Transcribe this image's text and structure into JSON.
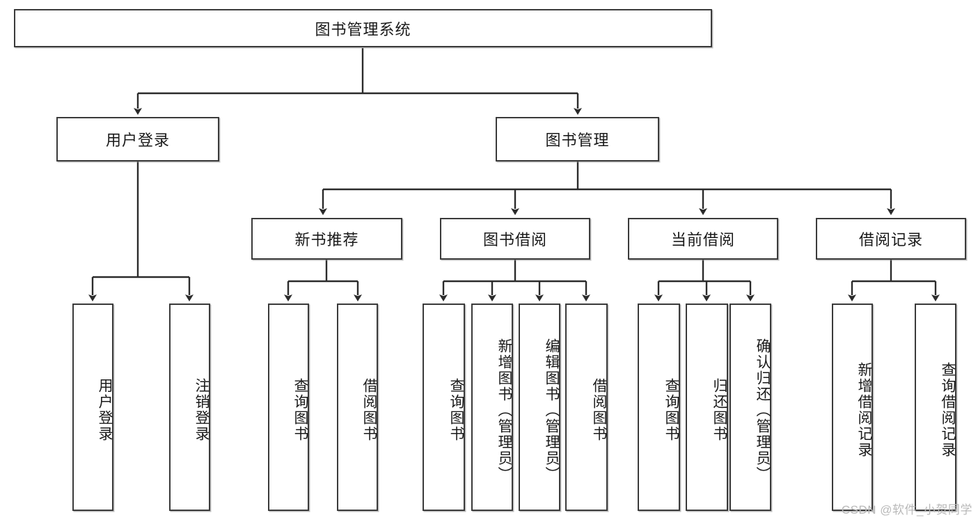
{
  "diagram": {
    "title": "图书管理系统",
    "type": "tree-hierarchy-diagram",
    "colors": {
      "box_border": "#3a3a3a",
      "box_fill": "#ffffff",
      "edge": "#2b2b2b",
      "text": "#1a1a1a",
      "watermark": "#b9b9b9",
      "background": "#ffffff"
    },
    "root": {
      "label": "图书管理系统"
    },
    "level2": [
      {
        "label": "用户登录"
      },
      {
        "label": "图书管理"
      }
    ],
    "level3": [
      {
        "label": "新书推荐"
      },
      {
        "label": "图书借阅"
      },
      {
        "label": "当前借阅"
      },
      {
        "label": "借阅记录"
      }
    ],
    "leaves": [
      {
        "label": "用户登录",
        "parent": "用户登录"
      },
      {
        "label": "注销登录",
        "parent": "用户登录"
      },
      {
        "label": "查询图书",
        "parent": "新书推荐"
      },
      {
        "label": "借阅图书",
        "parent": "新书推荐"
      },
      {
        "label": "查询图书",
        "parent": "图书借阅"
      },
      {
        "label": "新增图书（管理员）",
        "parent": "图书借阅"
      },
      {
        "label": "编辑图书（管理员）",
        "parent": "图书借阅"
      },
      {
        "label": "借阅图书",
        "parent": "图书借阅"
      },
      {
        "label": "查询图书",
        "parent": "当前借阅"
      },
      {
        "label": "归还图书",
        "parent": "当前借阅"
      },
      {
        "label": "确认归还（管理员）",
        "parent": "当前借阅"
      },
      {
        "label": "新增借阅记录",
        "parent": "借阅记录"
      },
      {
        "label": "查询借阅记录",
        "parent": "借阅记录"
      }
    ],
    "watermark": "CSDN @软件_小贺同学"
  }
}
